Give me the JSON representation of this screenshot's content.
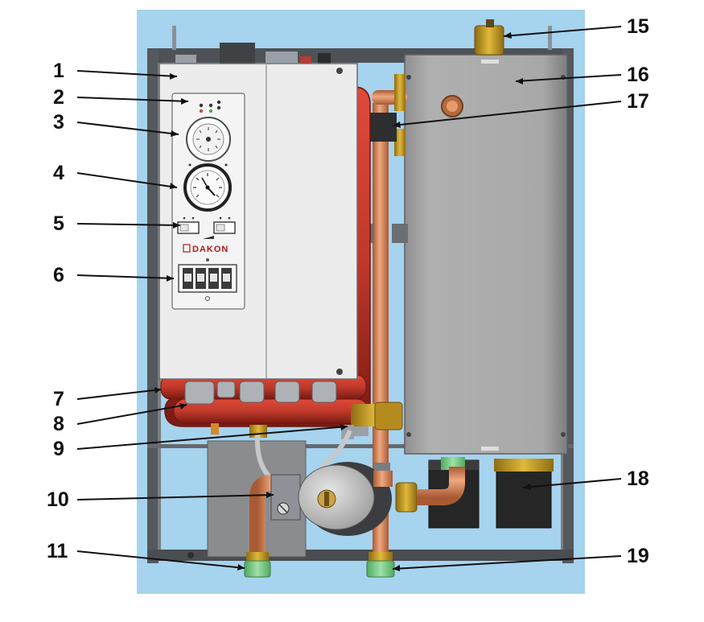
{
  "brand": {
    "text": "DAKON",
    "color": "#b01818"
  },
  "colors": {
    "background_panel": "#a6d3ee",
    "frame": "#55585c",
    "cover": "#ececec",
    "tank": "#a9a9a9",
    "collector": "#c0392b",
    "copper_pipe": "#d98a63",
    "fitting_green": "#7fcf8e",
    "brass": "#c9a227"
  },
  "callouts": [
    {
      "id": "1",
      "label": "1"
    },
    {
      "id": "2",
      "label": "2"
    },
    {
      "id": "3",
      "label": "3"
    },
    {
      "id": "4",
      "label": "4"
    },
    {
      "id": "5",
      "label": "5"
    },
    {
      "id": "6",
      "label": "6"
    },
    {
      "id": "7",
      "label": "7"
    },
    {
      "id": "8",
      "label": "8"
    },
    {
      "id": "9",
      "label": "9"
    },
    {
      "id": "10",
      "label": "10"
    },
    {
      "id": "11",
      "label": "11"
    },
    {
      "id": "15",
      "label": "15"
    },
    {
      "id": "16",
      "label": "16"
    },
    {
      "id": "17",
      "label": "17"
    },
    {
      "id": "18",
      "label": "18"
    },
    {
      "id": "19",
      "label": "19"
    }
  ]
}
